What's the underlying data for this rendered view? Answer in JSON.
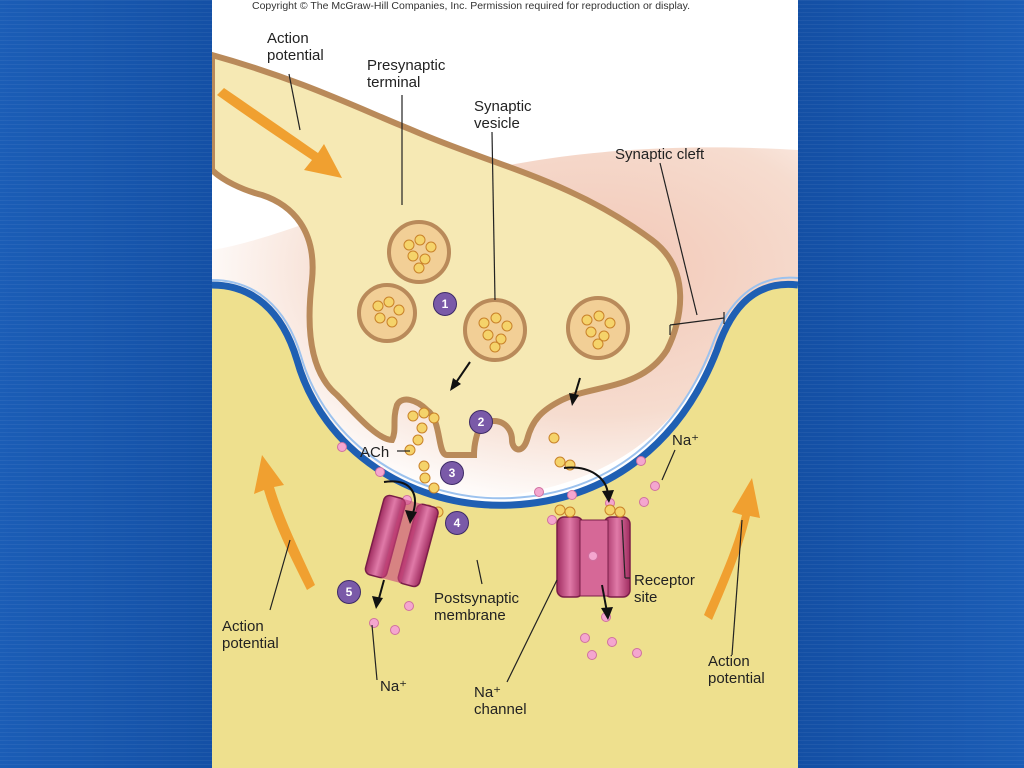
{
  "copyright": "Copyright © The McGraw-Hill Companies, Inc. Permission required for reproduction or display.",
  "labels": {
    "action_potential_top_1": "Action",
    "action_potential_top_2": "potential",
    "presynaptic_1": "Presynaptic",
    "presynaptic_2": "terminal",
    "vesicle_1": "Synaptic",
    "vesicle_2": "vesicle",
    "cleft": "Synaptic cleft",
    "ach": "ACh",
    "na_right": "Na⁺",
    "action_potential_left_1": "Action",
    "action_potential_left_2": "potential",
    "postsynaptic_1": "Postsynaptic",
    "postsynaptic_2": "membrane",
    "receptor_1": "Receptor",
    "receptor_2": "site",
    "na_bottom": "Na⁺",
    "na_channel_1": "Na⁺",
    "na_channel_2": "channel",
    "action_potential_right_1": "Action",
    "action_potential_right_2": "potential"
  },
  "steps": [
    "1",
    "2",
    "3",
    "4",
    "5"
  ],
  "colors": {
    "terminal_fill": "#f6e9b4",
    "terminal_outline": "#b98a5a",
    "cleft_fill": "#f3c9b8",
    "postsynaptic_fill": "#eee08e",
    "membrane_blue": "#1f5fb3",
    "arrow_orange": "#f0a030",
    "channel_pink": "#c8447a",
    "step_purple": "#7a5aa8"
  }
}
